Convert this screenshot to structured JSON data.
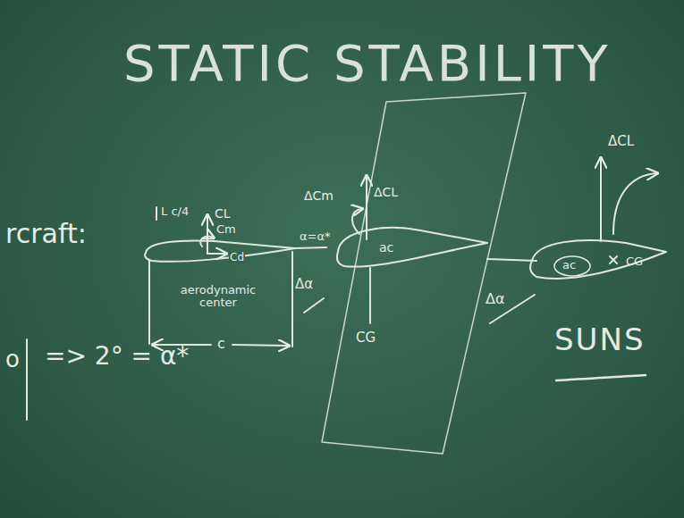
{
  "diagram": {
    "title": "STATIC STABILITY",
    "labels": [
      "rcraft:",
      "o",
      "=> 2° = α*",
      "L c/4",
      "CL",
      "Cm",
      "Cd",
      "aerodynamic center",
      "c",
      "α=α*",
      "ΔCm",
      "ΔCL",
      "ac",
      "CG",
      "Δα",
      "Δα",
      "ΔCL",
      "ac",
      "CG",
      "SUNS"
    ]
  }
}
